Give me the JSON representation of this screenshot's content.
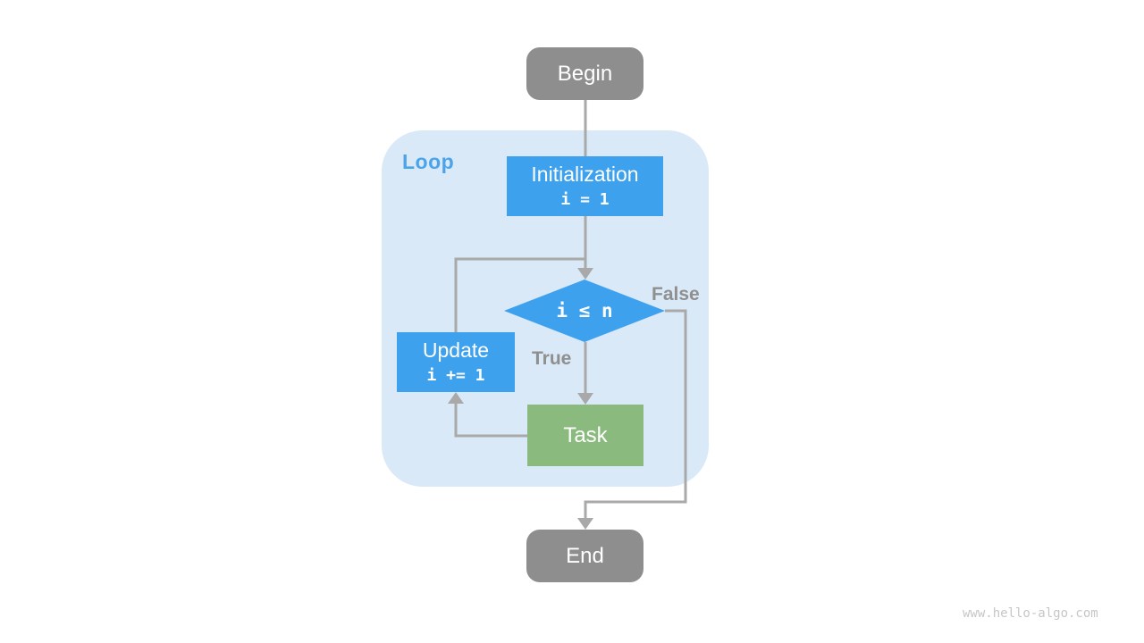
{
  "diagram": {
    "loop_label": "Loop",
    "nodes": {
      "begin": "Begin",
      "initialization": {
        "title": "Initialization",
        "code": "i = 1"
      },
      "condition": {
        "code": "i ≤ n"
      },
      "update": {
        "title": "Update",
        "code": "i += 1"
      },
      "task": "Task",
      "end": "End"
    },
    "edges": {
      "true_label": "True",
      "false_label": "False"
    },
    "colors": {
      "process_blue": "#3ea1ee",
      "task_green": "#8bba7e",
      "terminal_gray": "#8e8e8e",
      "connector_gray": "#a9a9a9",
      "loop_background": "#d9e9f8",
      "loop_label_blue": "#4ba4e9",
      "edge_label_gray": "#8f8f8f",
      "watermark_gray": "#c6c6c6"
    },
    "watermark": "www.hello-algo.com"
  }
}
